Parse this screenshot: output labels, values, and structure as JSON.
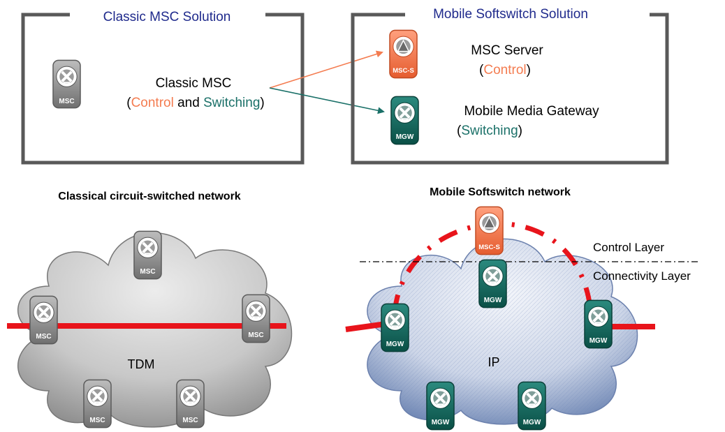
{
  "classic_panel": {
    "title": "Classic MSC Solution",
    "node_label": "Classic MSC",
    "desc_open": "(",
    "desc_control": "Control",
    "desc_and": " and ",
    "desc_switching": "Switching",
    "desc_close": ")"
  },
  "softswitch_panel": {
    "title": "Mobile Softswitch Solution",
    "server_label": "MSC Server",
    "server_desc_open": "(",
    "server_desc_word": "Control",
    "server_desc_close": ")",
    "gateway_label": "Mobile Media Gateway",
    "gateway_desc_open": "(",
    "gateway_desc_word": "Switching",
    "gateway_desc_close": ")"
  },
  "classic_network": {
    "heading": "Classical circuit-switched network",
    "cloud_label": "TDM"
  },
  "softswitch_network": {
    "heading": "Mobile Softswitch network",
    "cloud_label": "IP",
    "control_layer_label": "Control Layer",
    "connectivity_layer_label": "Connectivity Layer"
  },
  "icons": {
    "msc": "MSC",
    "msc_s": "MSC-S",
    "mgw": "MGW"
  },
  "colors": {
    "panel_border": "#595959",
    "panel_title": "#1f2a8c",
    "control": "#f47c50",
    "switching": "#1a7068",
    "msc_icon": "#8c8c8c",
    "mgw_icon": "#0f6b60",
    "mscs_icon": "#f27a52",
    "signal_line": "#e8141b"
  }
}
